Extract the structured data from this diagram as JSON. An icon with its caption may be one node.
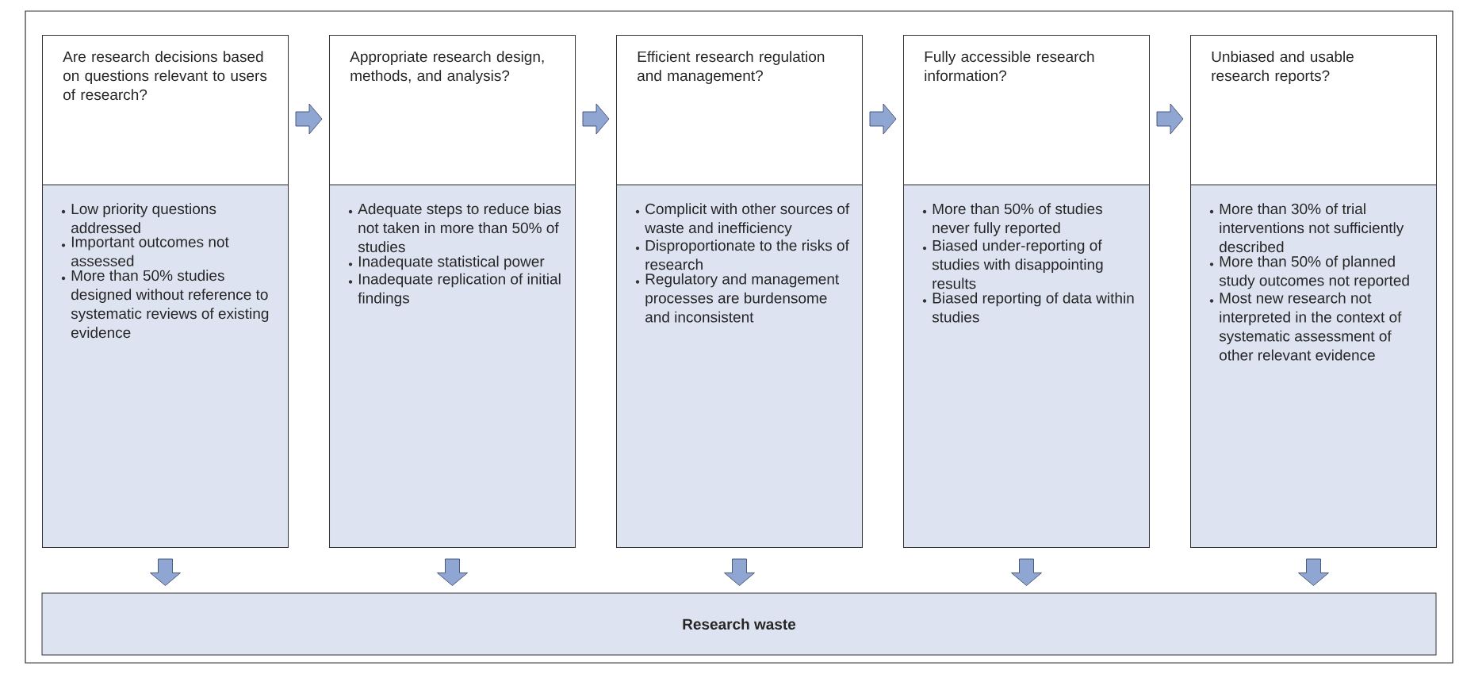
{
  "diagram": {
    "nodes": [
      {
        "text": [
          "Are research decisions based on questions relevant to users of research?",
          "Low priority questions addressed",
          "Important outcomes not assessed",
          "More than 50% studies designed without reference to systematic reviews of existing evidence"
        ]
      },
      {
        "text": [
          "Appropriate research design, methods, and analysis?",
          "Adequate steps to reduce bias not taken in more than 50% of studies",
          "Inadequate statistical power",
          "Inadequate replication of initial findings"
        ]
      },
      {
        "text": [
          "Efficient research regulation and management?",
          "Complicit with other sources of waste and inefficiency",
          "Disproportionate to the risks of research",
          "Regulatory and management processes are burdensome and inconsistent"
        ]
      },
      {
        "text": [
          "Fully accessible research information?",
          "More than 50% of studies never fully reported",
          "Biased under-reporting of studies with disappointing results",
          "Biased reporting of data within studies"
        ]
      },
      {
        "text": [
          "Unbiased and usable research reports?",
          "More than 30% of trial interventions not sufficiently described",
          "More than 50% of planned study outcomes not reported",
          "Most new research not interpreted in the context of systematic assessment of other relevant evidence"
        ]
      },
      {
        "text": [
          "Research waste"
        ]
      }
    ],
    "edges": [
      {
        "from": 0,
        "to": 1,
        "arrow": "to"
      },
      {
        "from": 1,
        "to": 2,
        "arrow": "to"
      },
      {
        "from": 2,
        "to": 3,
        "arrow": "to"
      },
      {
        "from": 3,
        "to": 4,
        "arrow": "to"
      },
      {
        "from": 0,
        "to": 5,
        "arrow": "to"
      },
      {
        "from": 1,
        "to": 5,
        "arrow": "to"
      },
      {
        "from": 2,
        "to": 5,
        "arrow": "to"
      },
      {
        "from": 3,
        "to": 5,
        "arrow": "to"
      },
      {
        "from": 4,
        "to": 5,
        "arrow": "to"
      }
    ]
  }
}
